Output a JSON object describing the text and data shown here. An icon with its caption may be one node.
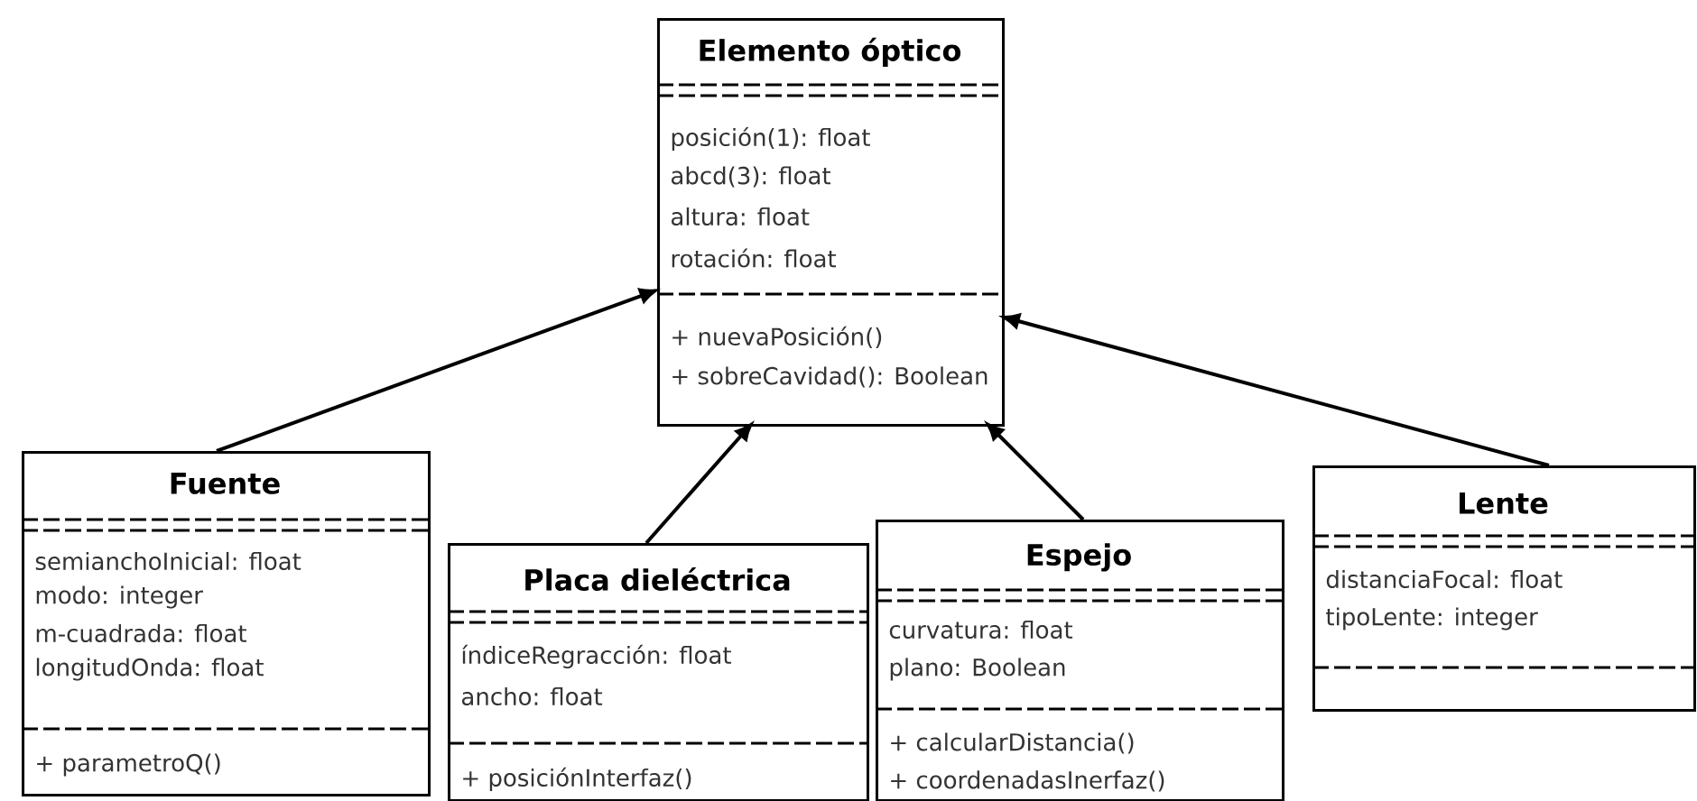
{
  "diagram": {
    "nodes": [
      {
        "text": [
          "Elemento óptico",
          "posición(1): float",
          "abcd(3): float",
          "altura: float",
          "rotación: float",
          "+ nuevaPosición()",
          "+ sobreCavidad(): Boolean"
        ]
      },
      {
        "text": [
          "Fuente",
          "semianchoInicial: float",
          "modo: integer",
          "m-cuadrada: float",
          "longitudOnda: float",
          "+ parametroQ()"
        ]
      },
      {
        "text": [
          "Placa dieléctrica",
          "índiceRegracción: float",
          "ancho: float",
          "+ posiciónInterfaz()"
        ]
      },
      {
        "text": [
          "Espejo",
          "curvatura: float",
          "plano: Boolean",
          "+ calcularDistancia()",
          "+ coordenadasInerfaz()"
        ]
      },
      {
        "text": [
          "Lente",
          "distanciaFocal: float",
          "tipoLente: integer"
        ]
      }
    ],
    "edges": [
      {
        "from": 1,
        "to": 0,
        "arrow": "to"
      },
      {
        "from": 2,
        "to": 0,
        "arrow": "to"
      },
      {
        "from": 3,
        "to": 0,
        "arrow": "to"
      },
      {
        "from": 4,
        "to": 0,
        "arrow": "to"
      }
    ]
  }
}
